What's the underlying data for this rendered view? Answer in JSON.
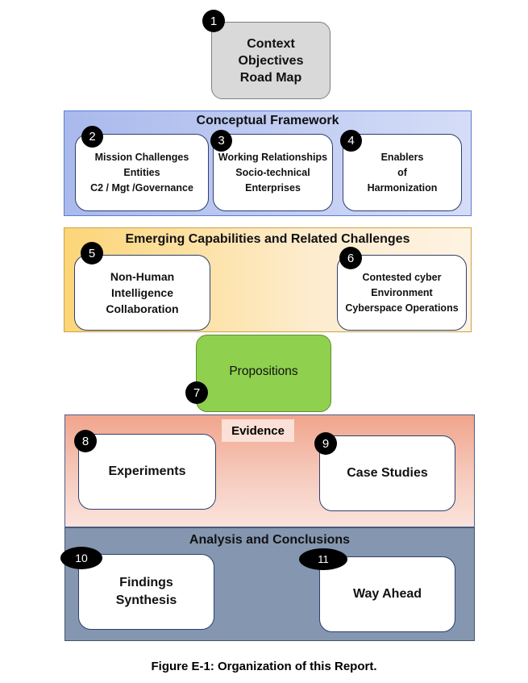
{
  "context_box": {
    "number": "1",
    "lines": [
      "Context",
      "Objectives",
      "Road Map"
    ],
    "fill": "#d9d9d9"
  },
  "conceptual_framework": {
    "title": "Conceptual Framework",
    "fill": "#b8c6ef",
    "boxes": [
      {
        "number": "2",
        "lines": [
          "Mission Challenges",
          "Entities",
          "C2 / Mgt /Governance"
        ]
      },
      {
        "number": "3",
        "lines": [
          "Working Relationships",
          "Socio-technical",
          "Enterprises"
        ]
      },
      {
        "number": "4",
        "lines": [
          "Enablers",
          "of",
          "Harmonization"
        ]
      }
    ]
  },
  "emerging_capabilities": {
    "title": "Emerging Capabilities and Related Challenges",
    "fill": "#fde3a8",
    "boxes": [
      {
        "number": "5",
        "lines": [
          "Non-Human",
          "Intelligence",
          "Collaboration"
        ]
      },
      {
        "number": "6",
        "lines": [
          "Contested cyber",
          "Environment",
          "Cyberspace Operations"
        ]
      }
    ]
  },
  "propositions": {
    "number": "7",
    "label": "Propositions",
    "fill": "#92d050"
  },
  "evidence": {
    "title": "Evidence",
    "fill": "#f4b9a4",
    "boxes": [
      {
        "number": "8",
        "lines": [
          "Experiments"
        ]
      },
      {
        "number": "9",
        "lines": [
          "Case Studies"
        ]
      }
    ]
  },
  "analysis": {
    "title": "Analysis and Conclusions",
    "fill": "#8496b0",
    "boxes": [
      {
        "number": "10",
        "lines": [
          "Findings",
          "Synthesis"
        ]
      },
      {
        "number": "11",
        "lines": [
          "Way Ahead"
        ]
      }
    ]
  },
  "caption": "Figure E-1: Organization of this Report."
}
